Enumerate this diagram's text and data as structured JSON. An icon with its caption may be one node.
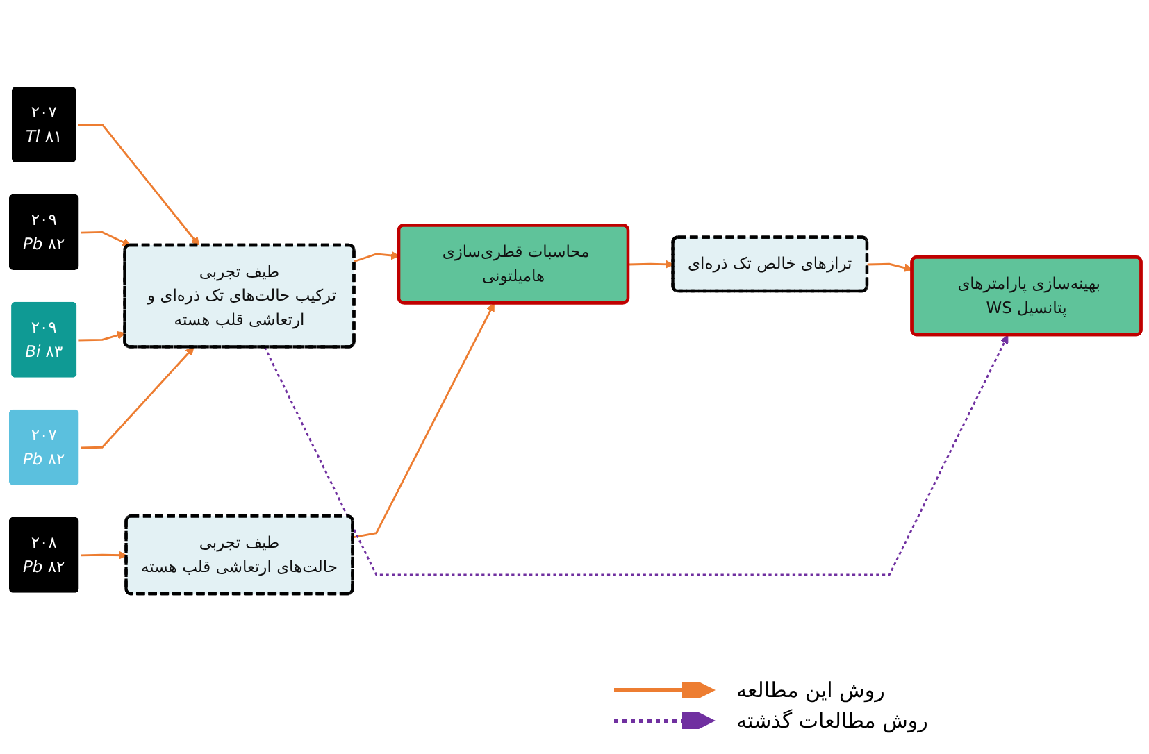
{
  "diagram": {
    "nodes": [
      {
        "text": [
          "طیف تجربی",
          "ترکیب حالت‌های تک ذره‌ای و ارتعاشی قلب هسته"
        ]
      },
      {
        "text": [
          "محاسبات قطری‌سازی هامیلتونی"
        ]
      },
      {
        "text": [
          "ترازهای خالص تک ذره‌ای"
        ]
      },
      {
        "text": [
          "بهینه‌سازی پارامترهای پتانسیل WS"
        ]
      },
      {
        "text": [
          "طیف تجربی",
          "حالت‌های ارتعاشی قلب هسته"
        ]
      },
      {
        "text": [
          "۲۰۹",
          "۸۲",
          "Pb"
        ]
      },
      {
        "text": [
          "۲۰۷",
          "۸۱",
          "Tl"
        ]
      },
      {
        "text": [
          "۲۰۸",
          "۸۲",
          "Pb"
        ]
      },
      {
        "text": [
          "۲۰۹",
          "۸۳",
          "Bi"
        ]
      },
      {
        "text": [
          "۲۰۷",
          "۸۲",
          "Pb"
        ]
      }
    ],
    "edges": [
      {
        "from": 0,
        "to": 1,
        "arrow": "to"
      },
      {
        "from": 1,
        "to": 2,
        "arrow": "to"
      },
      {
        "from": 2,
        "to": 3,
        "arrow": "to"
      },
      {
        "from": 4,
        "to": 1,
        "arrow": "to"
      },
      {
        "from": 0,
        "to": 3,
        "arrow": "to",
        "style": "dashed",
        "color": "#7030a0"
      },
      {
        "from": 6,
        "to": 0,
        "arrow": "to"
      },
      {
        "from": 5,
        "to": 0,
        "arrow": "to"
      },
      {
        "from": 8,
        "to": 0,
        "arrow": "to"
      },
      {
        "from": 9,
        "to": 0,
        "arrow": "to"
      },
      {
        "from": 7,
        "to": 4,
        "arrow": "to"
      }
    ],
    "legend": [
      {
        "text": "روش این مطالعه"
      },
      {
        "text": "روش مطالعات گذشته"
      }
    ]
  }
}
